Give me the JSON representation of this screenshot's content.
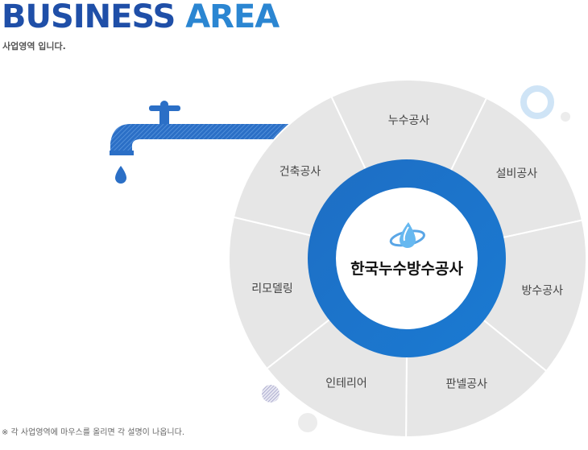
{
  "header": {
    "title_word1": "BUSINESS",
    "title_word2": "AREA",
    "subtitle": "사업영역 입니다."
  },
  "center": {
    "label": "한국누수방수공사",
    "logo_icon": "water-drop-logo-icon"
  },
  "segments": [
    {
      "id": "leak",
      "label": "누수공사"
    },
    {
      "id": "facility",
      "label": "설비공사"
    },
    {
      "id": "waterproof",
      "label": "방수공사"
    },
    {
      "id": "panel",
      "label": "판넬공사"
    },
    {
      "id": "interior",
      "label": "인테리어"
    },
    {
      "id": "remodel",
      "label": "리모델링"
    },
    {
      "id": "building",
      "label": "건축공사"
    }
  ],
  "footer": {
    "note": "※ 각 사업영역에 마우스를 올리면 각 설명이 나옵니다."
  },
  "colors": {
    "title_dark": "#1f4fa8",
    "title_light": "#2b86d2",
    "ring": "#1b74cc",
    "faucet": "#2b6fc6",
    "segment": "#e6e6e6"
  }
}
